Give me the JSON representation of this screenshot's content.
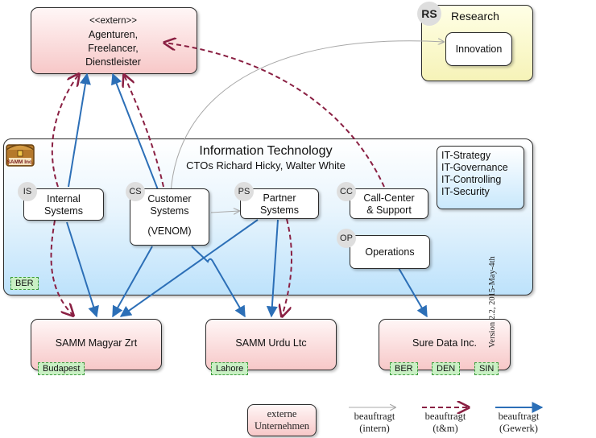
{
  "extern_box": {
    "stereotype": "<<extern>>",
    "line1": "Agenturen,",
    "line2": "Freelancer,",
    "line3": "Dienstleister"
  },
  "research": {
    "badge": "RS",
    "title": "Research",
    "innovation": "Innovation"
  },
  "it": {
    "title": "Information Technology",
    "subtitle": "CTOs Richard Hicky, Walter White",
    "governance": [
      "IT-Strategy",
      "IT-Governance",
      "IT-Controlling",
      "IT-Security"
    ],
    "location": "BER",
    "logo_text": "SAMM Inc."
  },
  "units": {
    "internal": {
      "badge": "IS",
      "line1": "Internal",
      "line2": "Systems"
    },
    "customer": {
      "badge": "CS",
      "line1": "Customer",
      "line2": "Systems",
      "line3": "(VENOM)"
    },
    "partner": {
      "badge": "PS",
      "line1": "Partner",
      "line2": "Systems"
    },
    "callcenter": {
      "badge": "CC",
      "line1": "Call-Center",
      "line2": "& Support"
    },
    "operations": {
      "badge": "OP",
      "line1": "Operations"
    }
  },
  "companies": {
    "magyar": {
      "name": "SAMM Magyar Zrt",
      "location": "Budapest"
    },
    "urdu": {
      "name": "SAMM Urdu Ltc",
      "location": "Lahore"
    },
    "suredata": {
      "name": "Sure Data Inc.",
      "locations": [
        "BER",
        "DEN",
        "SIN"
      ]
    }
  },
  "legend": {
    "extern": {
      "line1": "externe",
      "line2": "Unternehmen"
    },
    "intern": {
      "line1": "beauftragt",
      "line2": "(intern)"
    },
    "tm": {
      "line1": "beauftragt",
      "line2": "(t&m)"
    },
    "gewerk": {
      "line1": "beauftragt",
      "line2": "(Gewerk)"
    }
  },
  "version_text": "Version 2.2, 2015-May-4th",
  "colors": {
    "blue_arrow": "#2c6fb7",
    "dashed_arrow": "#8a2043",
    "gray_arrow": "#a8a8a8",
    "ext_fill": "#f7c8c8",
    "it_fill": "#bde2fb",
    "rs_fill": "#f6f3b8",
    "loc_fill": "#c9f0c4"
  }
}
